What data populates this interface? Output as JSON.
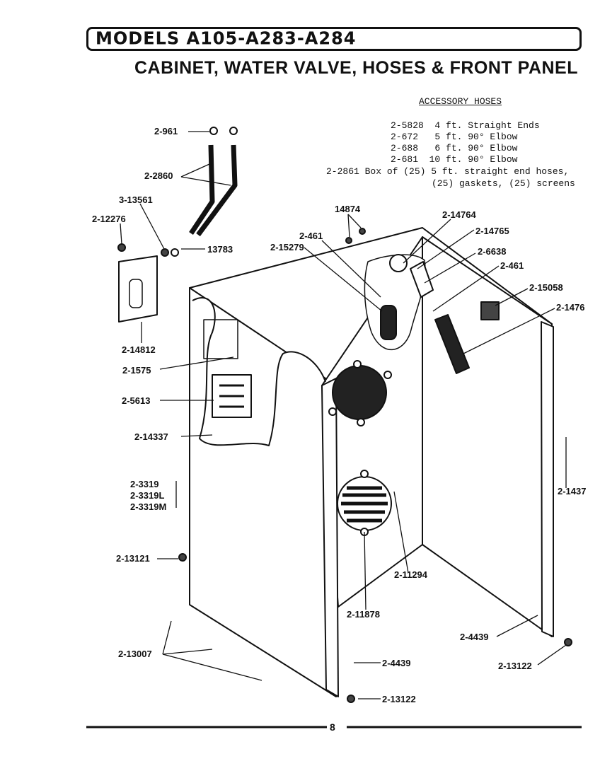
{
  "header": {
    "models": "MODELS A105-A283-A284",
    "title": "CABINET, WATER VALVE, HOSES & FRONT PANEL"
  },
  "accessory_hoses": {
    "title": "ACCESSORY HOSES",
    "rows": [
      "2-5828  4 ft. Straight Ends",
      "2-672   5 ft. 90° Elbow",
      "2-688   6 ft. 90° Elbow",
      "2-681  10 ft. 90° Elbow",
      "2-2861 Box of (25) 5 ft. straight end hoses,",
      "(25) gaskets, (25) screens"
    ]
  },
  "part_labels": [
    "2-961",
    "2-2860",
    "3-13561",
    "2-12276",
    "13783",
    "2-14812",
    "2-1575",
    "2-5613",
    "2-14337",
    "2-3319",
    "2-3319L",
    "2-3319M",
    "2-13121",
    "2-13007",
    "14874",
    "2-461",
    "2-15279",
    "2-14764",
    "2-14765",
    "2-6638",
    "2-461",
    "2-15058",
    "2-1476",
    "2-1437",
    "2-11294",
    "2-11878",
    "2-4439",
    "2-13122",
    "2-4439",
    "2-13122"
  ],
  "page_number": "8"
}
